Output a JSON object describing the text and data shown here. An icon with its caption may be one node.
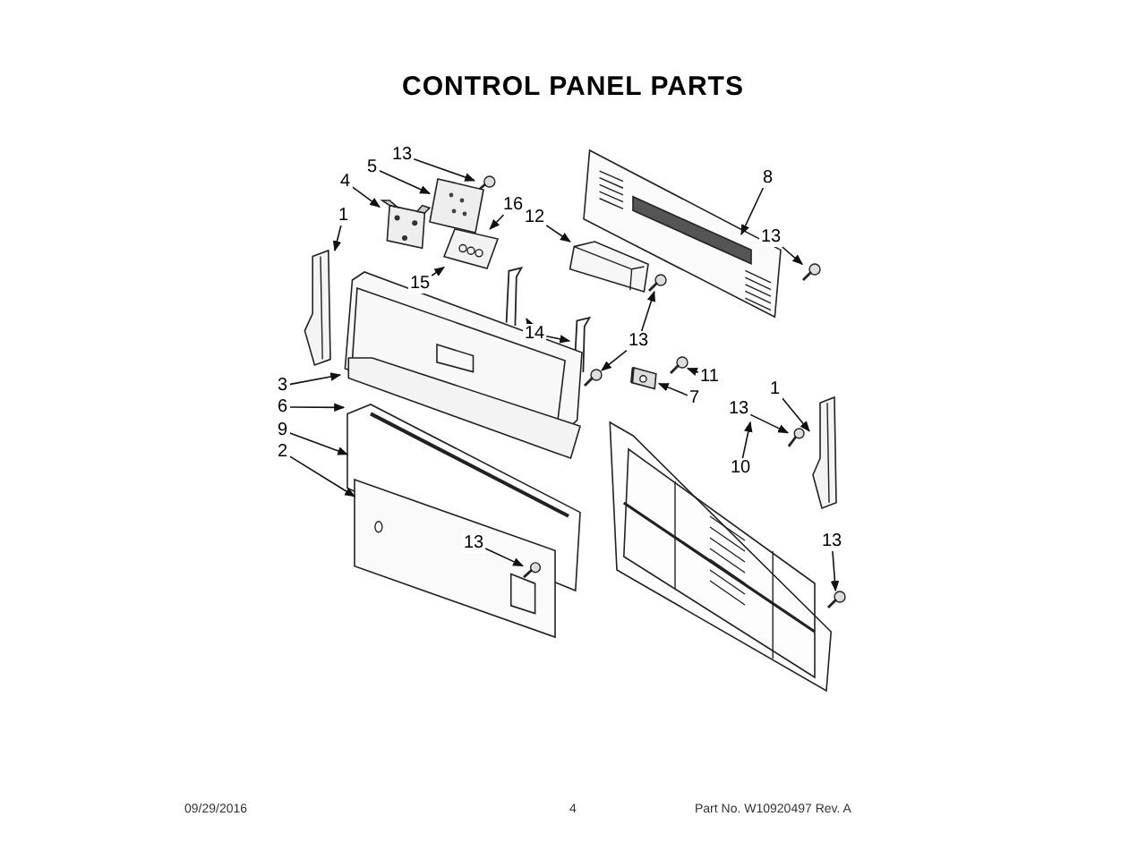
{
  "diagram": {
    "title": "CONTROL PANEL PARTS",
    "nodes": [
      {
        "text": [
          "1"
        ]
      },
      {
        "text": [
          "5"
        ]
      },
      {
        "text": [
          "13"
        ]
      },
      {
        "text": [
          "4"
        ]
      },
      {
        "text": [
          "16"
        ]
      },
      {
        "text": [
          "15"
        ]
      },
      {
        "text": [
          "12"
        ]
      },
      {
        "text": [
          "14"
        ]
      },
      {
        "text": [
          "8"
        ]
      },
      {
        "text": [
          "13"
        ]
      },
      {
        "text": [
          "13"
        ]
      },
      {
        "text": [
          "11"
        ]
      },
      {
        "text": [
          "7"
        ]
      },
      {
        "text": [
          "1"
        ]
      },
      {
        "text": [
          "13"
        ]
      },
      {
        "text": [
          "3"
        ]
      },
      {
        "text": [
          "6"
        ]
      },
      {
        "text": [
          "9"
        ]
      },
      {
        "text": [
          "2"
        ]
      },
      {
        "text": [
          "10"
        ]
      },
      {
        "text": [
          "13"
        ]
      },
      {
        "text": [
          "13"
        ]
      },
      {
        "text": [],
        "shape": "picture"
      },
      {
        "text": [],
        "shape": "picture"
      },
      {
        "text": [],
        "shape": "picture"
      },
      {
        "text": [],
        "shape": "picture"
      },
      {
        "text": [],
        "shape": "picture"
      },
      {
        "text": [],
        "shape": "picture"
      },
      {
        "text": [],
        "shape": "picture"
      },
      {
        "text": [],
        "shape": "picture"
      },
      {
        "text": [],
        "shape": "picture"
      },
      {
        "text": [],
        "shape": "picture"
      },
      {
        "text": [],
        "shape": "picture"
      },
      {
        "text": [],
        "shape": "picture"
      },
      {
        "text": [],
        "shape": "picture"
      },
      {
        "text": [],
        "shape": "picture"
      },
      {
        "text": [],
        "shape": "picture"
      },
      {
        "text": [],
        "shape": "picture"
      },
      {
        "text": [],
        "shape": "picture"
      },
      {
        "text": [],
        "shape": "picture"
      },
      {
        "text": [],
        "shape": "picture"
      },
      {
        "text": [],
        "shape": "picture"
      },
      {
        "text": [],
        "shape": "picture"
      },
      {
        "text": [],
        "shape": "picture"
      },
      {
        "text": [],
        "shape": "picture"
      }
    ],
    "edges": [
      {
        "from": 0,
        "to": 22,
        "arrow": "to"
      },
      {
        "from": 1,
        "to": 24,
        "arrow": "to"
      },
      {
        "from": 2,
        "to": 23,
        "arrow": "to"
      },
      {
        "from": 3,
        "to": 25,
        "arrow": "to"
      },
      {
        "from": 4,
        "to": 26,
        "arrow": "to"
      },
      {
        "from": 5,
        "to": 26,
        "arrow": "to"
      },
      {
        "from": 6,
        "to": 27,
        "arrow": "to"
      },
      {
        "from": 7,
        "to": 28,
        "arrow": "to"
      },
      {
        "from": 7,
        "to": 29,
        "arrow": "to"
      },
      {
        "from": 8,
        "to": 30,
        "arrow": "to"
      },
      {
        "from": 9,
        "to": 31,
        "arrow": "to"
      },
      {
        "from": 10,
        "to": 32,
        "arrow": "to"
      },
      {
        "from": 10,
        "to": 33,
        "arrow": "to"
      },
      {
        "from": 11,
        "to": 34,
        "arrow": "to"
      },
      {
        "from": 12,
        "to": 35,
        "arrow": "to"
      },
      {
        "from": 13,
        "to": 36,
        "arrow": "to"
      },
      {
        "from": 14,
        "to": 37,
        "arrow": "to"
      },
      {
        "from": 15,
        "to": 38,
        "arrow": "to"
      },
      {
        "from": 16,
        "to": 39,
        "arrow": "to"
      },
      {
        "from": 17,
        "to": 40,
        "arrow": "to"
      },
      {
        "from": 18,
        "to": 41,
        "arrow": "to"
      },
      {
        "from": 19,
        "to": 42,
        "arrow": "to"
      },
      {
        "from": 20,
        "to": 43,
        "arrow": "to"
      },
      {
        "from": 21,
        "to": 44,
        "arrow": "to"
      }
    ],
    "labels": [
      "09/29/2016",
      "4",
      "Part No. W10920497 Rev. A"
    ]
  }
}
